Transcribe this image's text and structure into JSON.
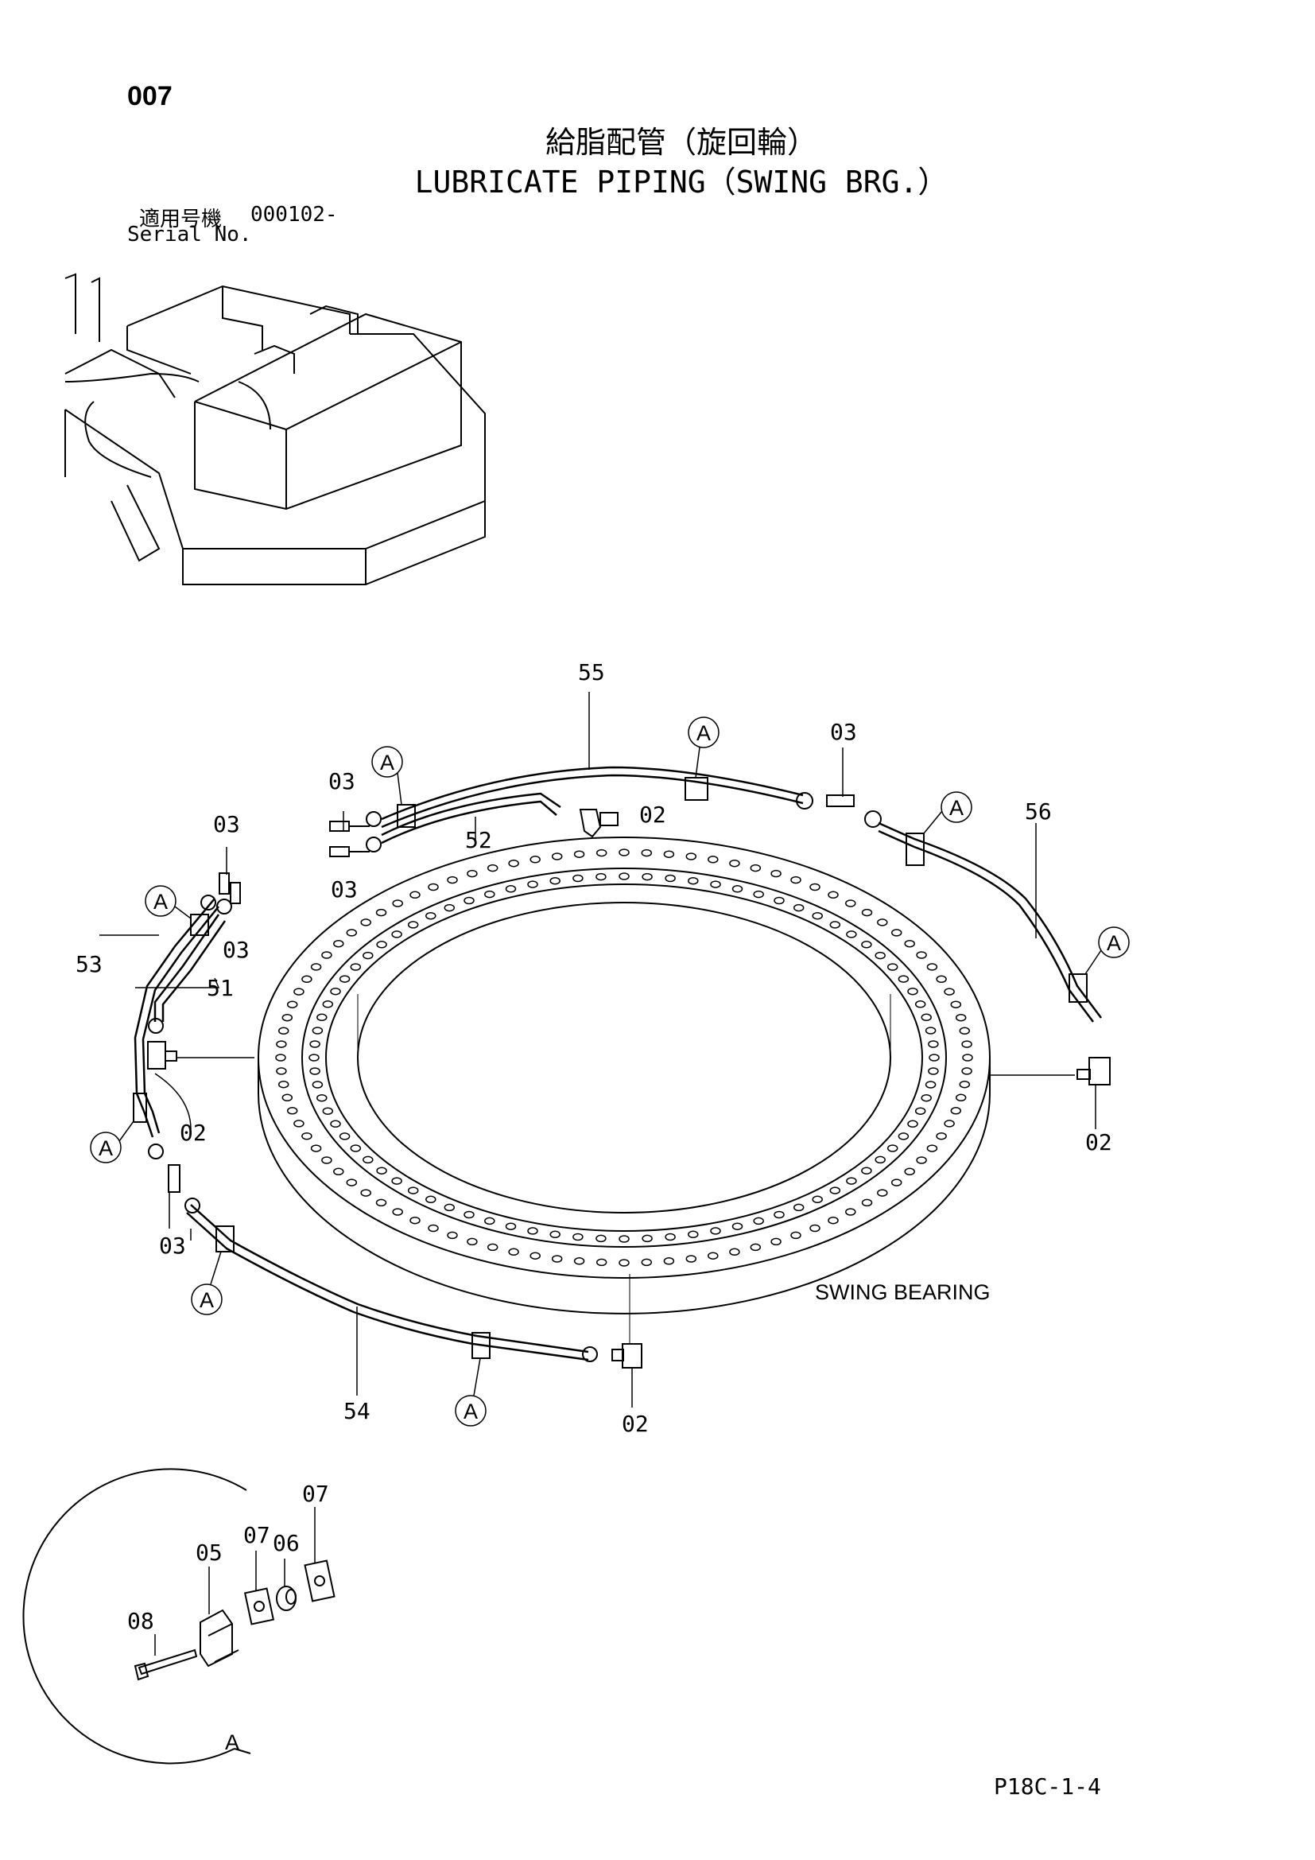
{
  "header": {
    "page_number": "007",
    "title_jp": "給脂配管（旋回輪）",
    "title_en": "LUBRICATE PIPING（SWING BRG.）",
    "serial_label_jp": "適用号機",
    "serial_number": "000102-",
    "serial_label_en": "Serial No."
  },
  "callouts": {
    "c55": "55",
    "c56": "56",
    "c52": "52",
    "c51": "51",
    "c53": "53",
    "c54": "54",
    "c02_top": "02",
    "c02_left": "02",
    "c02_right": "02",
    "c02_bottom": "02",
    "c03_top1": "03",
    "c03_top2": "03",
    "c03_right": "03",
    "c03_left1": "03",
    "c03_left2": "03",
    "c03_bottom": "03",
    "detail_05": "05",
    "detail_06": "06",
    "detail_07a": "07",
    "detail_07b": "07",
    "detail_08": "08",
    "view_a": "A"
  },
  "bearing_label": "SWING BEARING",
  "clamp_marker": "A",
  "footer": {
    "page_code": "P18C-1-4"
  }
}
